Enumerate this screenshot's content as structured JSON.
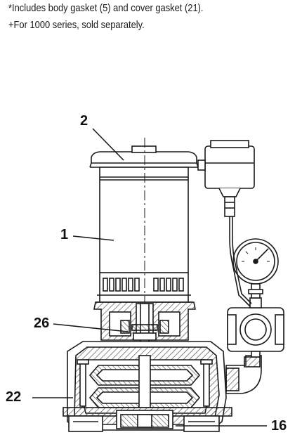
{
  "notes": {
    "line1": "*Includes body gasket (5) and cover gasket (21).",
    "line2": "+For 1000 series, sold separately."
  },
  "callouts": {
    "c2": "2",
    "c1": "1",
    "c26": "26",
    "c22": "22",
    "c16": "16"
  },
  "colors": {
    "ink": "#1a1a1a",
    "paper": "#ffffff",
    "hatch": "#555555"
  }
}
